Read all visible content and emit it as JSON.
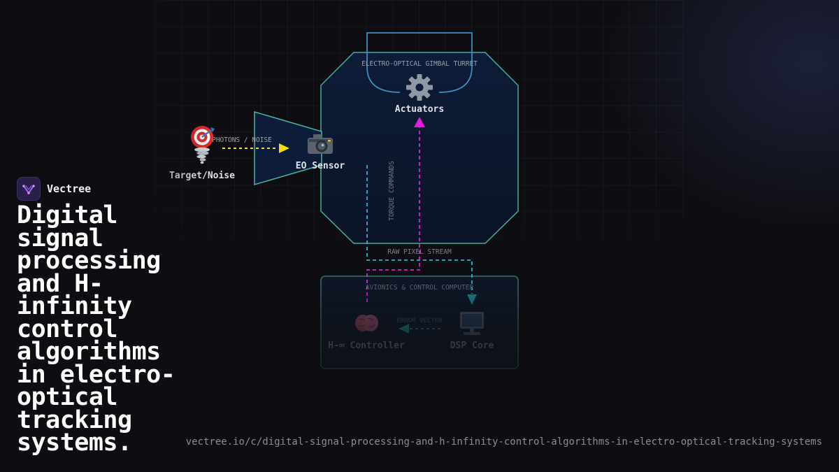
{
  "brand": {
    "name": "Vectree"
  },
  "headline": "Digital signal processing and H-infinity control algorithms in electro-optical tracking systems.",
  "url": "vectree.io/c/digital-signal-processing-and-h-infinity-control-algorithms-in-electro-optical-tracking-systems",
  "diagram": {
    "gimbal_title": "ELECTRO-OPTICAL GIMBAL TURRET",
    "avionics_title": "AVIONICS & CONTROL COMPUTER",
    "nodes": {
      "target": {
        "label": "Target/Noise",
        "icons": [
          "target-icon",
          "tornado-icon"
        ]
      },
      "sensor": {
        "label": "EO Sensor",
        "icon": "camera-icon"
      },
      "actuators": {
        "label": "Actuators",
        "icon": "gear-icon"
      },
      "controller": {
        "label": "H-∞ Controller",
        "icon": "brain-icon"
      },
      "dsp": {
        "label": "DSP Core",
        "icon": "computer-icon"
      }
    },
    "edges": {
      "photons": "PHOTONS / NOISE",
      "torque": "TORQUE COMMANDS",
      "raw_pixel": "RAW PIXEL STREAM",
      "error_vector": "ERROR VECTOR"
    },
    "colors": {
      "teal": "#4ec9b0",
      "cyan": "#22c7d6",
      "magenta": "#e01ee0",
      "yellow": "#f5e000",
      "panel": "#0c1a33"
    }
  }
}
